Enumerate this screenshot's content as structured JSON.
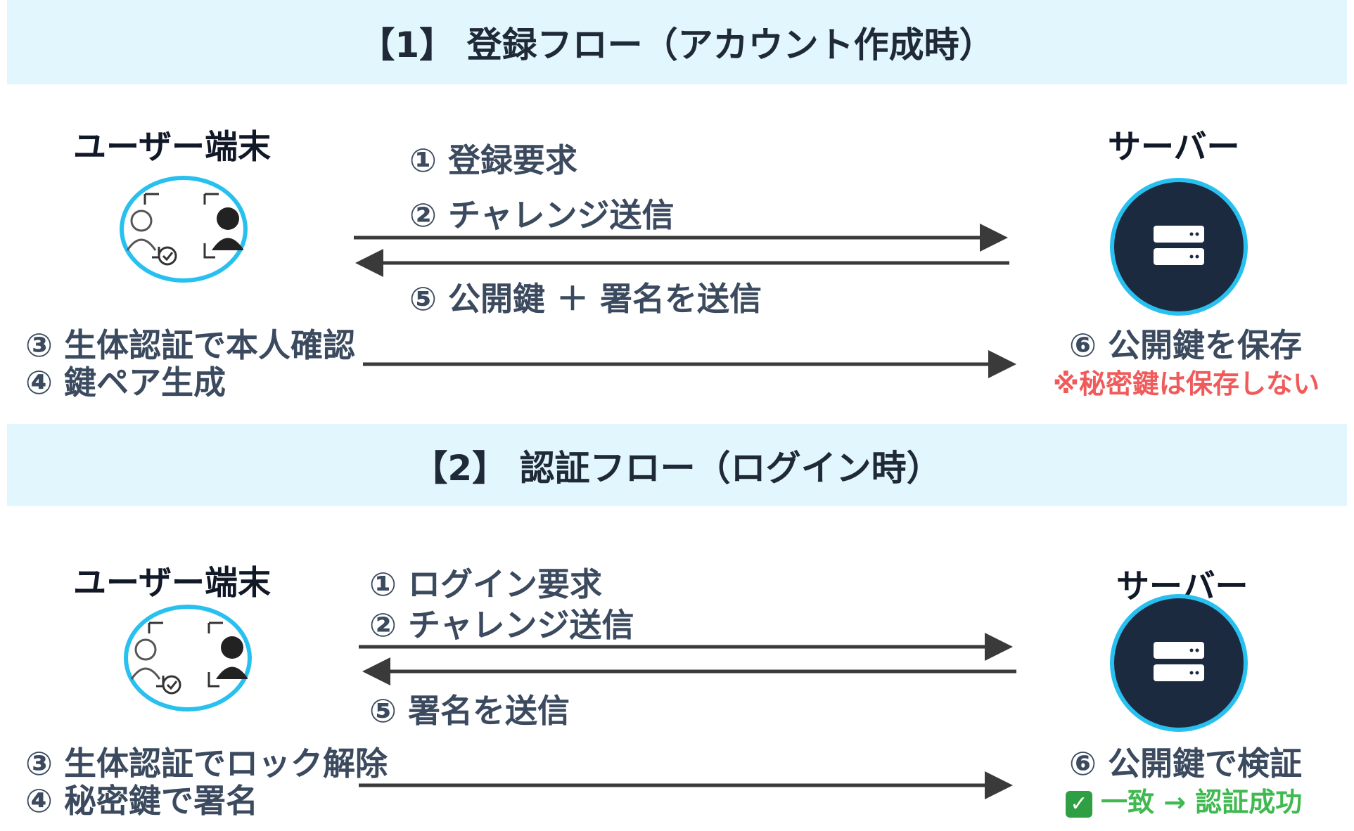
{
  "flow1": {
    "title": "【1】 登録フロー（アカウント作成時）",
    "user_label": "ユーザー端末",
    "server_label": "サーバー",
    "step1": "① 登録要求",
    "step2": "② チャレンジ送信",
    "step5": "⑤ 公開鍵 ＋ 署名を送信",
    "step3": "③ 生体認証で本人確認",
    "step4": "④ 鍵ペア生成",
    "step6": "⑥ 公開鍵を保存",
    "note": "※秘密鍵は保存しない"
  },
  "flow2": {
    "title": "【2】 認証フロー（ログイン時）",
    "user_label": "ユーザー端末",
    "server_label": "サーバー",
    "step1": "① ログイン要求",
    "step2": "② チャレンジ送信",
    "step5": "⑤ 署名を送信",
    "step3": "③ 生体認証でロック解除",
    "step4": "④ 秘密鍵で署名",
    "step6": "⑥ 公開鍵で検証",
    "note": "一致 → 認証成功"
  },
  "icons": {
    "user": "face-id-icon",
    "server": "server-icon",
    "check": "check-mark-icon"
  },
  "colors": {
    "banner_bg": "#e2f6fd",
    "ring": "#28c0ef",
    "server_bg": "#1c2a40",
    "warning": "#f05a5a",
    "success": "#3fb950"
  }
}
